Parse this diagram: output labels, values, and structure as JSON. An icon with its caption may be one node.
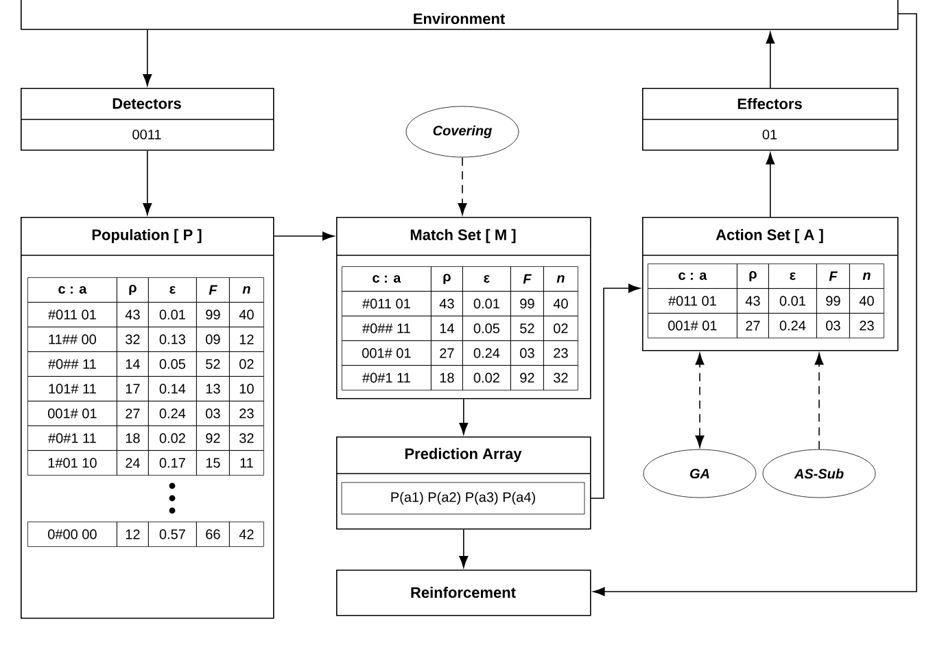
{
  "diagram": {
    "nodes": [
      {
        "text": [
          "Environment"
        ]
      },
      {
        "text": [
          "Detectors",
          "0011"
        ]
      },
      {
        "text": [
          "Covering"
        ]
      },
      {
        "text": [
          "Effectors",
          "01"
        ]
      },
      {
        "text": [
          "Population [ P ]"
        ]
      },
      {
        "text": [
          "Match Set [ M ]"
        ]
      },
      {
        "text": [
          "Action Set [ A ]"
        ]
      },
      {
        "text": [
          "Prediction Array",
          "P(a1)  P(a2)  P(a3)  P(a4)"
        ]
      },
      {
        "text": [
          "GA"
        ]
      },
      {
        "text": [
          "AS-Sub"
        ]
      },
      {
        "text": [
          "Reinforcement"
        ]
      }
    ],
    "edges": [
      {
        "from": 0,
        "to": 1,
        "arrow": "to"
      },
      {
        "from": 1,
        "to": 4,
        "arrow": "to"
      },
      {
        "from": 4,
        "to": 5,
        "arrow": "to"
      },
      {
        "from": 2,
        "to": 5,
        "arrow": "to",
        "style": "dashed"
      },
      {
        "from": 5,
        "to": 7,
        "arrow": "to"
      },
      {
        "from": 7,
        "to": 6,
        "arrow": "to"
      },
      {
        "from": 6,
        "to": 3,
        "arrow": "to"
      },
      {
        "from": 3,
        "to": 0,
        "arrow": "to"
      },
      {
        "from": 7,
        "to": 10,
        "arrow": "to"
      },
      {
        "from": 0,
        "to": 10,
        "arrow": "to"
      },
      {
        "from": 8,
        "to": 6,
        "arrow": "both",
        "style": "dashed"
      },
      {
        "from": 9,
        "to": 6,
        "arrow": "to",
        "style": "dashed"
      }
    ],
    "labels": [
      "c : a",
      "ρ",
      "ε",
      "F",
      "n",
      "#011 01",
      "43",
      "0.01",
      "99",
      "40",
      "11## 00",
      "32",
      "0.13",
      "09",
      "12",
      "#0## 11",
      "14",
      "0.05",
      "52",
      "02",
      "101# 11",
      "17",
      "0.14",
      "13",
      "10",
      "001# 01",
      "27",
      "0.24",
      "03",
      "23",
      "#0#1 11",
      "18",
      "0.02",
      "92",
      "32",
      "1#01 10",
      "24",
      "0.17",
      "15",
      "11",
      "0#00 00",
      "12",
      "0.57",
      "66",
      "42",
      "c : a",
      "ρ",
      "ε",
      "F",
      "n",
      "#011 01",
      "43",
      "0.01",
      "99",
      "40",
      "#0## 11",
      "14",
      "0.05",
      "52",
      "02",
      "001# 01",
      "27",
      "0.24",
      "03",
      "23",
      "#0#1 11",
      "18",
      "0.02",
      "92",
      "32",
      "c : a",
      "ρ",
      "ε",
      "F",
      "n",
      "#011 01",
      "43",
      "0.01",
      "99",
      "40",
      "001# 01",
      "27",
      "0.24",
      "03",
      "23"
    ]
  }
}
